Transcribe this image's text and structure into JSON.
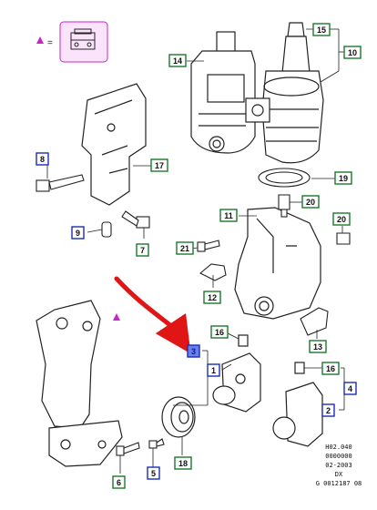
{
  "callouts": [
    {
      "id": "c1",
      "label": "1",
      "style": "blue"
    },
    {
      "id": "c2",
      "label": "2",
      "style": "blue"
    },
    {
      "id": "c3",
      "label": "3",
      "style": "blue-filled"
    },
    {
      "id": "c4",
      "label": "4",
      "style": "blue"
    },
    {
      "id": "c5",
      "label": "5",
      "style": "blue"
    },
    {
      "id": "c6",
      "label": "6",
      "style": "green"
    },
    {
      "id": "c7",
      "label": "7",
      "style": "green"
    },
    {
      "id": "c8",
      "label": "8",
      "style": "blue"
    },
    {
      "id": "c9",
      "label": "9",
      "style": "blue"
    },
    {
      "id": "c10",
      "label": "10",
      "style": "green"
    },
    {
      "id": "c11",
      "label": "11",
      "style": "green"
    },
    {
      "id": "c12",
      "label": "12",
      "style": "green"
    },
    {
      "id": "c13",
      "label": "13",
      "style": "green"
    },
    {
      "id": "c14",
      "label": "14",
      "style": "green"
    },
    {
      "id": "c15",
      "label": "15",
      "style": "green"
    },
    {
      "id": "c16a",
      "label": "16",
      "style": "green"
    },
    {
      "id": "c16b",
      "label": "16",
      "style": "green"
    },
    {
      "id": "c17",
      "label": "17",
      "style": "green"
    },
    {
      "id": "c18",
      "label": "18",
      "style": "green"
    },
    {
      "id": "c19",
      "label": "19",
      "style": "green"
    },
    {
      "id": "c20a",
      "label": "20",
      "style": "green"
    },
    {
      "id": "c20b",
      "label": "20",
      "style": "green"
    },
    {
      "id": "c21",
      "label": "21",
      "style": "green"
    }
  ],
  "legend": {
    "equals": "="
  },
  "meta_lines": [
    "H02.040",
    "0000000",
    "02-2003",
    "DX",
    "G 0012187 08"
  ],
  "colors": {
    "green": "#1a7a2a",
    "blue": "#1a2eb8",
    "callout_fill": "#ffffff",
    "filled_fill": "#6a7ff0",
    "arrow": "#e01515",
    "magenta": "#cc22cc",
    "line": "#222222"
  }
}
